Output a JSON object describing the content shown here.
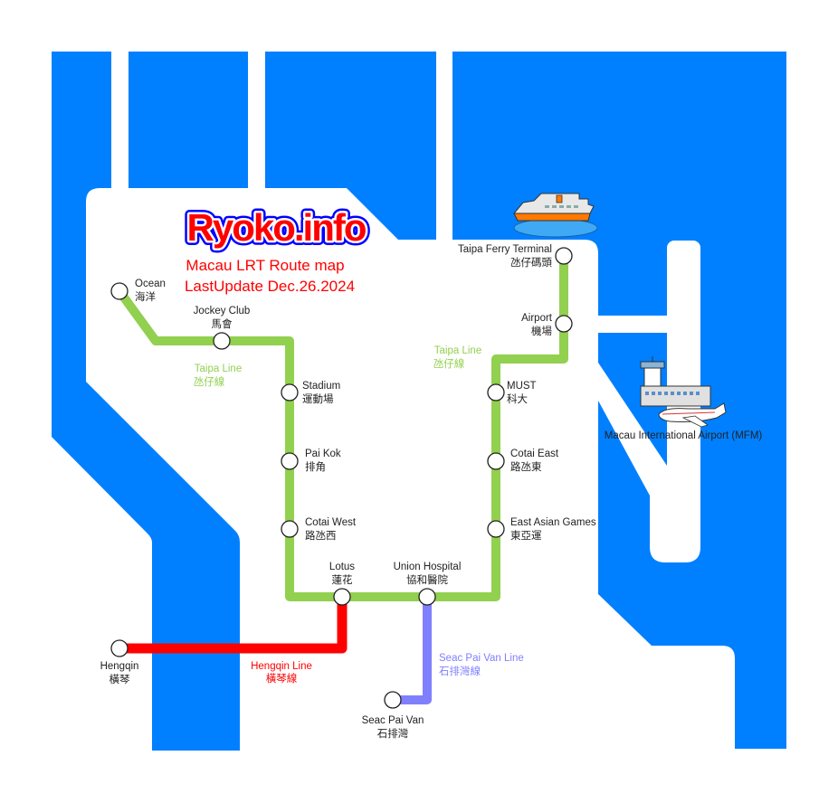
{
  "header": {
    "logo": "Ryoko.info",
    "title": "Macau LRT Route map",
    "last_update": "LastUpdate Dec.26.2024"
  },
  "colors": {
    "water": "#0080ff",
    "taipa_line": "#92d050",
    "hengqin_line": "#ff0000",
    "seac_pai_van_line": "#8080ff"
  },
  "lines": {
    "taipa": {
      "en": "Taipa Line",
      "zh": "氹仔線"
    },
    "hengqin": {
      "en": "Hengqin Line",
      "zh": "橫琴線"
    },
    "seac_pai_van": {
      "en": "Seac Pai Van Line",
      "zh": "石排灣線"
    }
  },
  "stations": [
    {
      "en": "Ocean",
      "zh": "海洋"
    },
    {
      "en": "Jockey Club",
      "zh": "馬會"
    },
    {
      "en": "Stadium",
      "zh": "運動場"
    },
    {
      "en": "Pai Kok",
      "zh": "排角"
    },
    {
      "en": "Cotai West",
      "zh": "路氹西"
    },
    {
      "en": "Lotus",
      "zh": "蓮花"
    },
    {
      "en": "Union Hospital",
      "zh": "協和醫院"
    },
    {
      "en": "East Asian Games",
      "zh": "東亞運"
    },
    {
      "en": "Cotai East",
      "zh": "路氹東"
    },
    {
      "en": "MUST",
      "zh": "科大"
    },
    {
      "en": "Airport",
      "zh": "機場"
    },
    {
      "en": "Taipa Ferry Terminal",
      "zh": "氹仔碼頭"
    },
    {
      "en": "Hengqin",
      "zh": "橫琴"
    },
    {
      "en": "Seac Pai Van",
      "zh": "石排灣"
    }
  ],
  "landmarks": {
    "airport": "Macau International Airport (MFM)"
  }
}
